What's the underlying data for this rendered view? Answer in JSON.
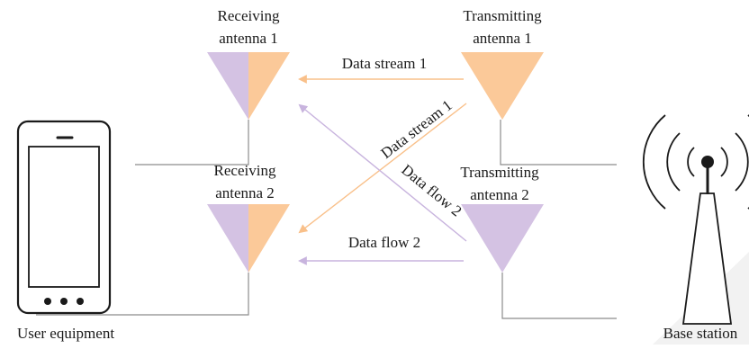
{
  "labels": {
    "rx1_line1": "Receiving",
    "rx1_line2": "antenna 1",
    "rx2_line1": "Receiving",
    "rx2_line2": "antenna 2",
    "tx1_line1": "Transmitting",
    "tx1_line2": "antenna 1",
    "tx2_line1": "Transmitting",
    "tx2_line2": "antenna 2",
    "straight_1": "Data stream 1",
    "straight_2": "Data flow 2",
    "diag_1": "Data stream 1",
    "diag_2": "Data flow 2",
    "user_equipment": "User equipment",
    "base_station": "Base station"
  },
  "colors": {
    "purple": "#d4c2e3",
    "orange": "#fbc999",
    "orange_line": "#f9c08a",
    "purple_line": "#c8b4de",
    "wire": "#8c8c8c",
    "phone": "#1a1a1a"
  },
  "icons": {
    "phone": "smartphone-icon",
    "tower": "radio-tower-icon"
  }
}
